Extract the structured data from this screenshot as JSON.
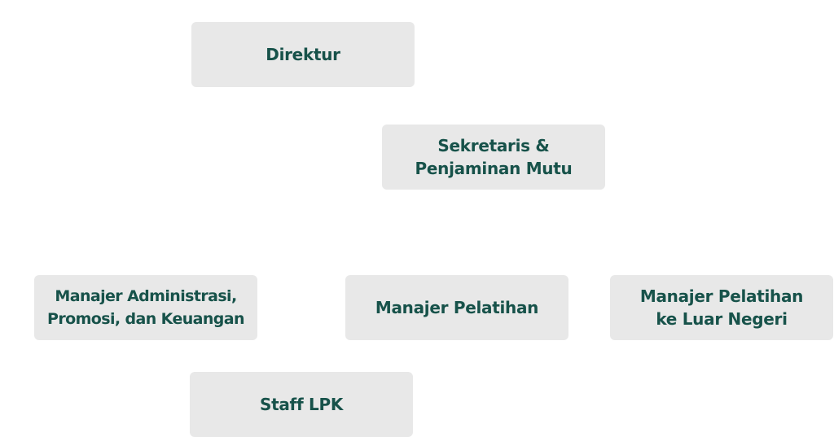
{
  "org_chart": {
    "nodes": [
      {
        "id": "direktur",
        "label": "Direktur"
      },
      {
        "id": "sekretaris",
        "label": "Sekretaris &\nPenjaminan Mutu"
      },
      {
        "id": "manajer_admin",
        "label": "Manajer Administrasi,\nPromosi, dan Keuangan"
      },
      {
        "id": "manajer_pelatihan",
        "label": "Manajer Pelatihan"
      },
      {
        "id": "manajer_luar_negeri",
        "label": "Manajer Pelatihan\nke Luar Negeri"
      },
      {
        "id": "staff",
        "label": "Staff LPK"
      }
    ]
  },
  "colors": {
    "box_background": "#e8e8e8",
    "text": "#17524a",
    "page_background": "#ffffff"
  }
}
